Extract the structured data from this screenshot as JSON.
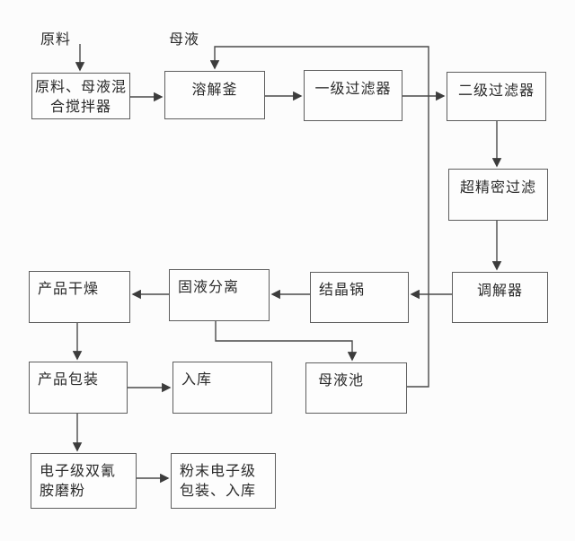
{
  "diagram": {
    "type": "flowchart",
    "colors": {
      "background": "#fcfcfc",
      "line": "#4a4a4a",
      "box_border": "#5e5e5e",
      "text": "#2a2a2a"
    },
    "inputs": [
      {
        "id": "raw-material",
        "text": "原料"
      },
      {
        "id": "mother-liquor",
        "text": "母液"
      }
    ],
    "nodes": [
      {
        "id": "mixer",
        "label": "原料、母液混\n合搅拌器"
      },
      {
        "id": "dissolver",
        "label": "溶解釜"
      },
      {
        "id": "primary-filter",
        "label": "一级过滤器"
      },
      {
        "id": "secondary-filter",
        "label": "二级过滤器"
      },
      {
        "id": "ultra-precision-filter",
        "label": "超精密过滤"
      },
      {
        "id": "regulator",
        "label": "调解器"
      },
      {
        "id": "crystallizer",
        "label": "结晶锅"
      },
      {
        "id": "solid-liquid-separator",
        "label": "固液分离"
      },
      {
        "id": "product-drying",
        "label": "产品干燥"
      },
      {
        "id": "product-packaging",
        "label": "产品包装"
      },
      {
        "id": "warehousing",
        "label": "入库"
      },
      {
        "id": "mother-liquor-pool",
        "label": "母液池"
      },
      {
        "id": "dicyandiamide-grinding",
        "label": "电子级双氰\n胺磨粉"
      },
      {
        "id": "powder-packaging-warehousing",
        "label": "粉末电子级\n包装、入库"
      }
    ],
    "edges": [
      {
        "from": "raw-material",
        "to": "mixer"
      },
      {
        "from": "mixer",
        "to": "dissolver"
      },
      {
        "from": "dissolver",
        "to": "primary-filter"
      },
      {
        "from": "primary-filter",
        "to": "secondary-filter"
      },
      {
        "from": "secondary-filter",
        "to": "ultra-precision-filter"
      },
      {
        "from": "ultra-precision-filter",
        "to": "regulator"
      },
      {
        "from": "regulator",
        "to": "crystallizer"
      },
      {
        "from": "crystallizer",
        "to": "solid-liquid-separator"
      },
      {
        "from": "solid-liquid-separator",
        "to": "product-drying"
      },
      {
        "from": "product-drying",
        "to": "product-packaging"
      },
      {
        "from": "product-packaging",
        "to": "warehousing"
      },
      {
        "from": "product-packaging",
        "to": "dicyandiamide-grinding"
      },
      {
        "from": "dicyandiamide-grinding",
        "to": "powder-packaging-warehousing"
      },
      {
        "from": "solid-liquid-separator",
        "to": "mother-liquor-pool"
      },
      {
        "from": "mother-liquor-pool",
        "to": "dissolver",
        "note": "mother-liquor recycle loop"
      }
    ]
  }
}
